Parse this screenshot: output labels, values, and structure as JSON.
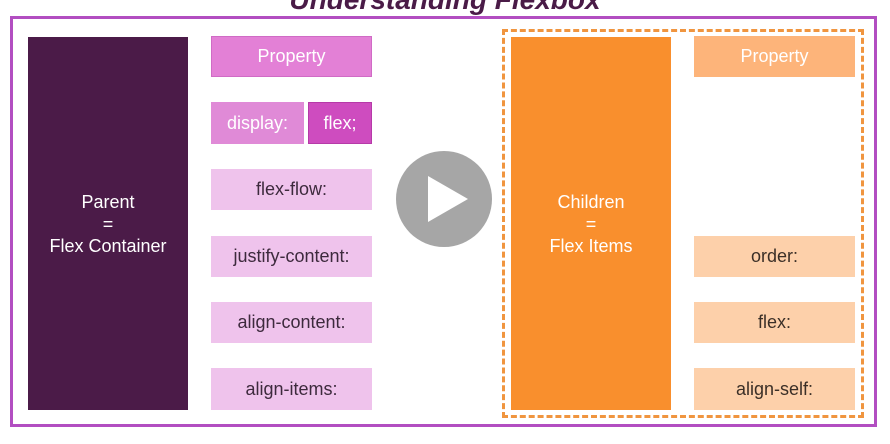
{
  "title": "Understanding Flexbox",
  "parent": {
    "line1": "Parent",
    "line2": "=",
    "line3": "Flex Container"
  },
  "parent_props": {
    "header": "Property",
    "display_label": "display:",
    "display_value": "flex;",
    "items": [
      "flex-flow:",
      "justify-content:",
      "align-content:",
      "align-items:"
    ]
  },
  "children": {
    "line1": "Children",
    "line2": "=",
    "line3": "Flex Items"
  },
  "children_props": {
    "header": "Property",
    "items": [
      "order:",
      "flex:",
      "align-self:"
    ]
  },
  "colors": {
    "frame": "#b24ec1",
    "parent": "#4b1b48",
    "children": "#f98f2d",
    "parent_prop": "#efc3ec",
    "children_prop": "#fdd0aa",
    "play_button": "#a6a6a6"
  },
  "icons": {
    "play": "play-icon"
  }
}
